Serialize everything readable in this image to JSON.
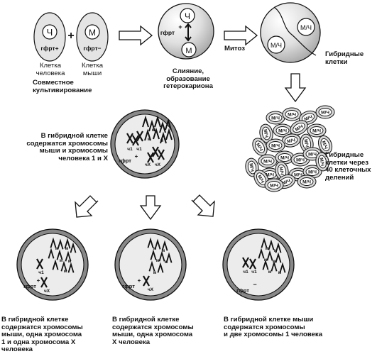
{
  "symbols": {
    "human": "Ч",
    "mouse": "М",
    "hybrid": "М/Ч",
    "gene_plus": "гфрт+",
    "gene_minus": "гфрт−",
    "gene": "гфрт",
    "plus": "+",
    "minus": "−",
    "chr_m": "м",
    "chr_h1": "ч1",
    "chr_hx": "чХ"
  },
  "labels": {
    "human_cell": "Клетка\nчеловека",
    "mouse_cell": "Клетка\nмыши",
    "cocultivation": "Совместное\nкультивирование",
    "fusion": "Слияние,\nобразование\nгетерокариона",
    "mitosis": "Митоз",
    "hybrid_cells": "Гибридные\nклетки",
    "hybrid_40": "Гибридные\nклетки через\n40 клеточных\nделений",
    "hybrid_contains": "В гибридной клетке\nсодержатся хромосомы\nмыши и хромосомы\nчеловека 1 и Х",
    "result_left": "В гибридной клетке\nсодержатся хромосомы\nмыши, одна хромосома\n1 и одна хромосома Х\nчеловека",
    "result_mid": "В гибридной клетке\nсодержатся хромосомы\nмыши, одна хромосома\nХ человека",
    "result_right": "В гибридной клетке мыши\nсодержатся хромосомы\nи две хромосомы 1 человека"
  },
  "colors": {
    "cell_fill": "#e4e4e4",
    "cell_ring": "#888888",
    "outline": "#111111",
    "arrow_fill": "#ffffff"
  }
}
